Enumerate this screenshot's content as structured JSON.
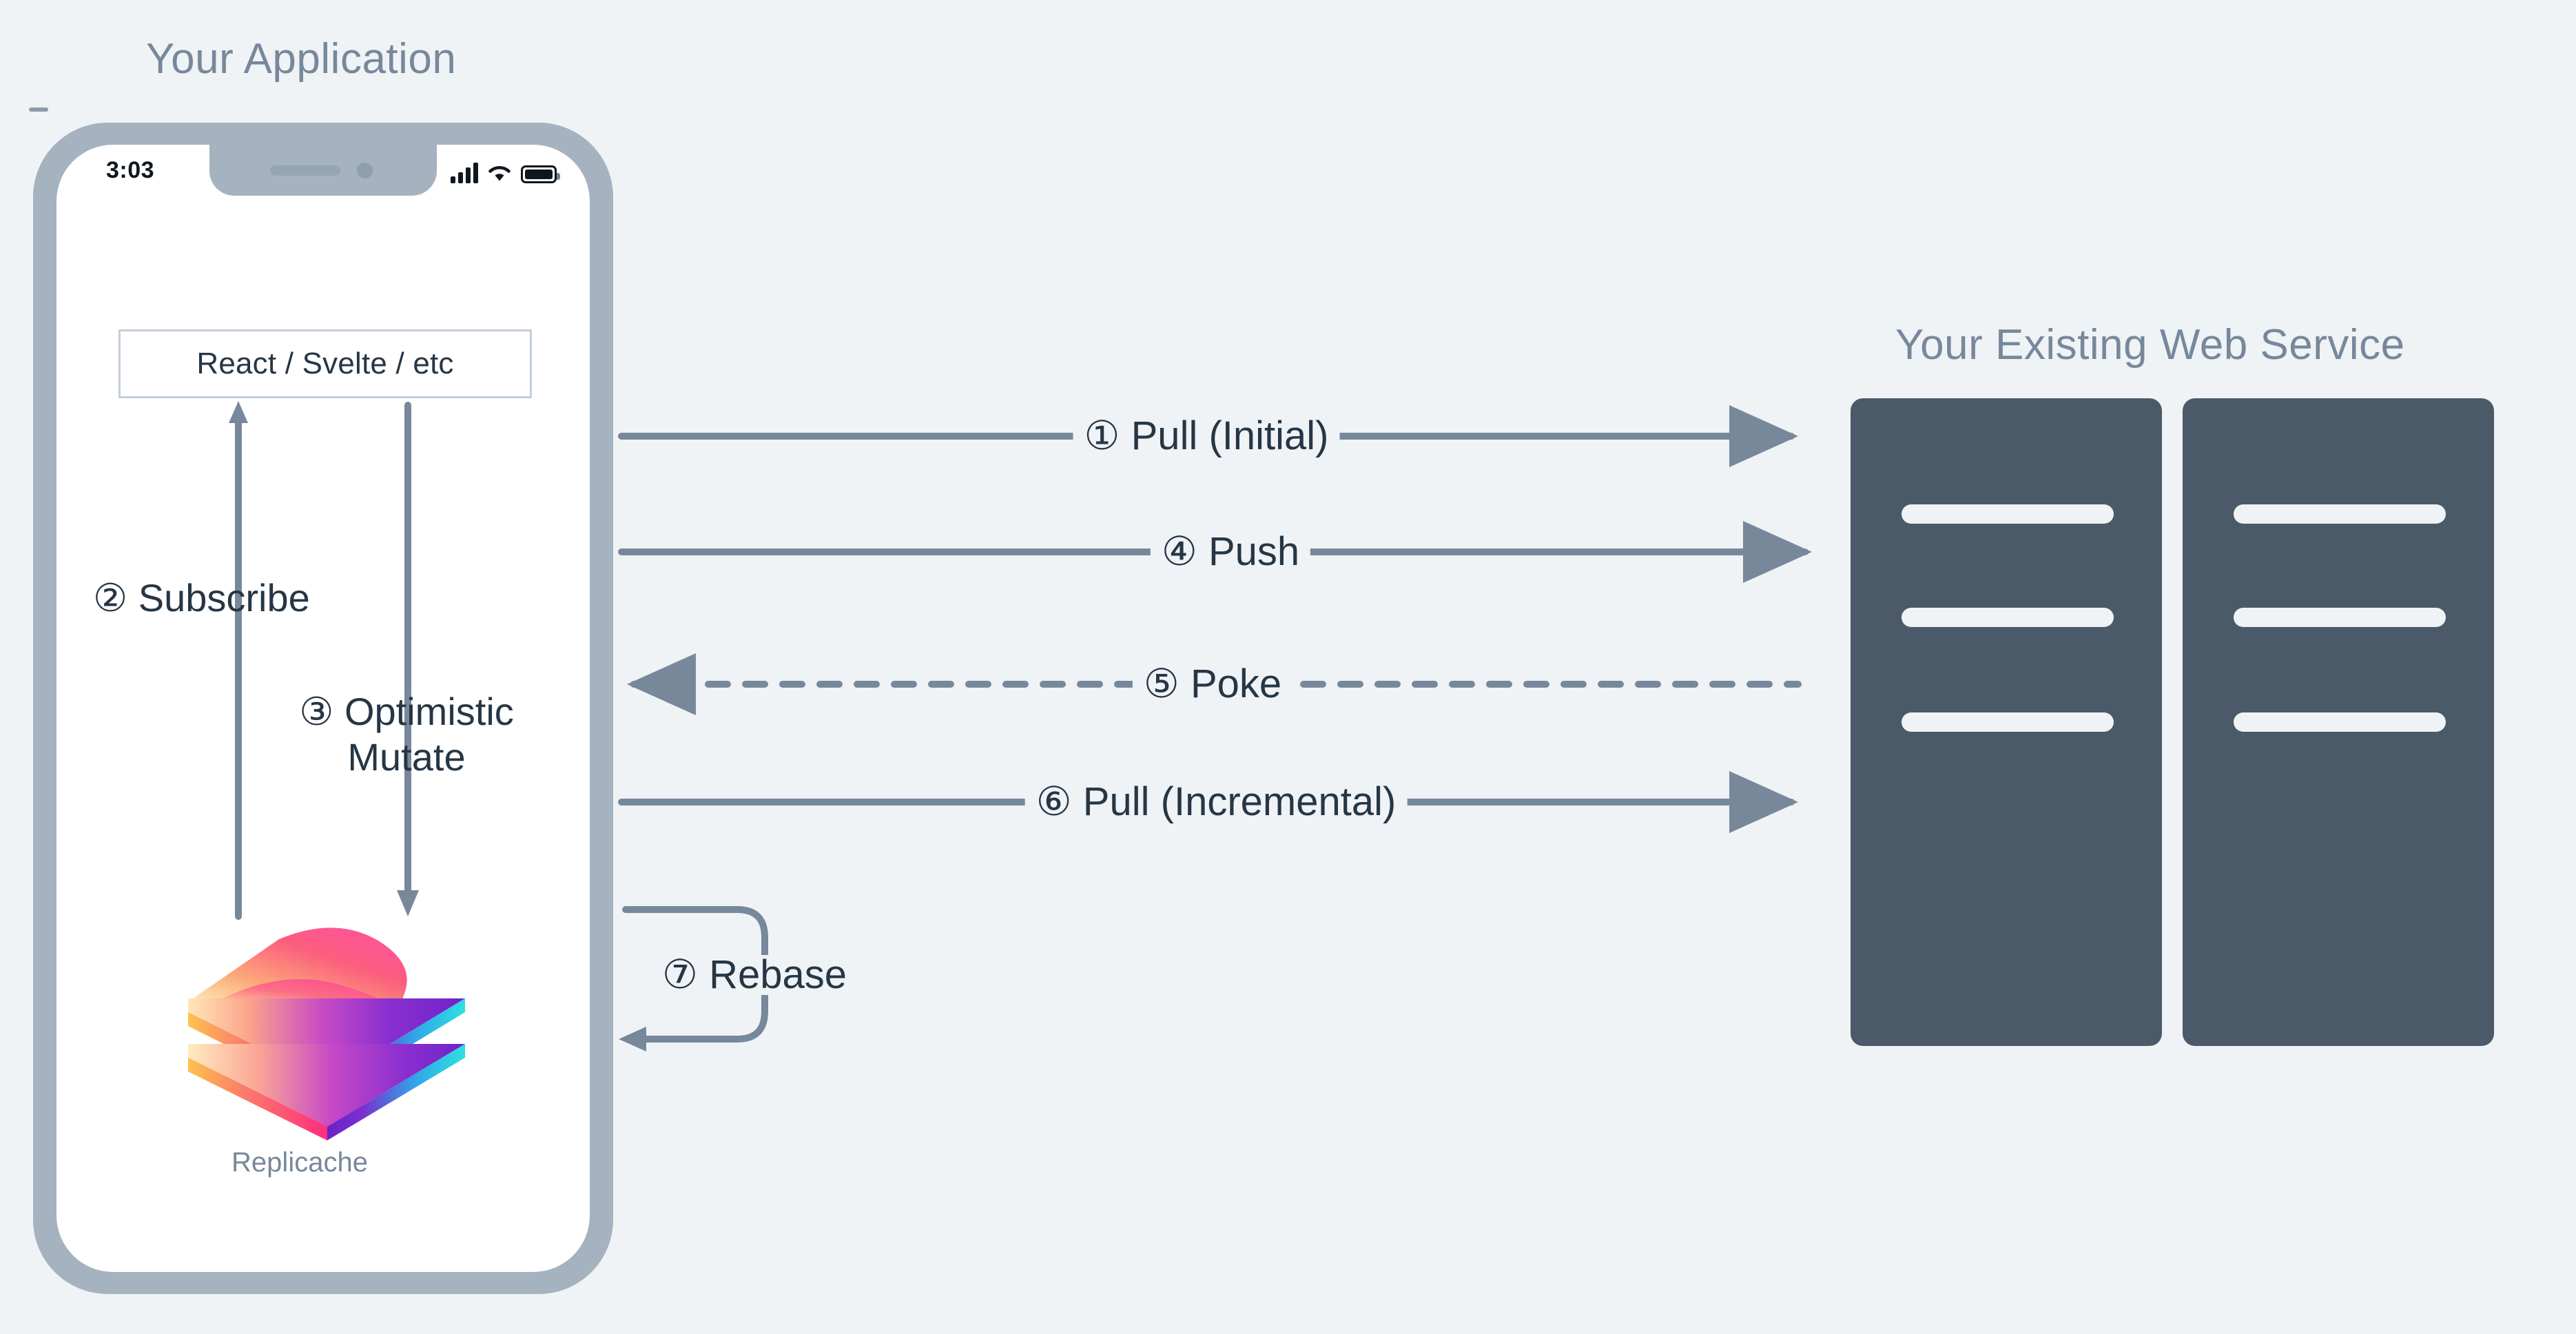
{
  "diagram": {
    "title": "Replicache sync flow",
    "background_color": "#EFF3F6",
    "heading_color": "#78889B",
    "label_color": "#263645",
    "wire_color": "#78889B",
    "server_color": "#4B5A68",
    "phone_frame_color": "#A5B2C0"
  },
  "application": {
    "heading": "Your Application",
    "phone": {
      "status_bar": {
        "time": "3:03",
        "icons": [
          "signal-bars-icon",
          "wifi-icon",
          "battery-icon"
        ]
      },
      "framework_box": {
        "label": "React / Svelte / etc"
      },
      "store": {
        "logo_name": "replicache-logo",
        "caption": "Replicache"
      }
    },
    "internal_steps": [
      {
        "number": "②",
        "label": "Subscribe"
      },
      {
        "number": "③",
        "label": "Optimistic Mutate",
        "line1": "Optimistic",
        "line2": "Mutate"
      }
    ]
  },
  "web_service": {
    "heading": "Your Existing Web Service",
    "servers": [
      {
        "name": "server-1",
        "bars": 3
      },
      {
        "name": "server-2",
        "bars": 3
      }
    ]
  },
  "flows": [
    {
      "id": "pull-initial",
      "number": "①",
      "label": "① Pull (Initial)",
      "direction": "right",
      "style": "solid"
    },
    {
      "id": "push",
      "number": "④",
      "label": "④ Push",
      "direction": "right",
      "style": "solid"
    },
    {
      "id": "poke",
      "number": "⑤",
      "label": "⑤ Poke",
      "direction": "left",
      "style": "dashed"
    },
    {
      "id": "pull-incremental",
      "number": "⑥",
      "label": "⑥ Pull (Incremental)",
      "direction": "right",
      "style": "solid"
    },
    {
      "id": "rebase",
      "number": "⑦",
      "label": "⑦ Rebase",
      "direction": "loop-left",
      "style": "solid"
    }
  ],
  "labels": {
    "subscribe": "② Subscribe",
    "optimistic_line1": "③ Optimistic",
    "optimistic_line2": "Mutate",
    "pull_initial": "① Pull (Initial)",
    "push": "④ Push",
    "poke": "⑤ Poke",
    "pull_incremental": "⑥ Pull (Incremental)",
    "rebase": "⑦ Rebase"
  }
}
